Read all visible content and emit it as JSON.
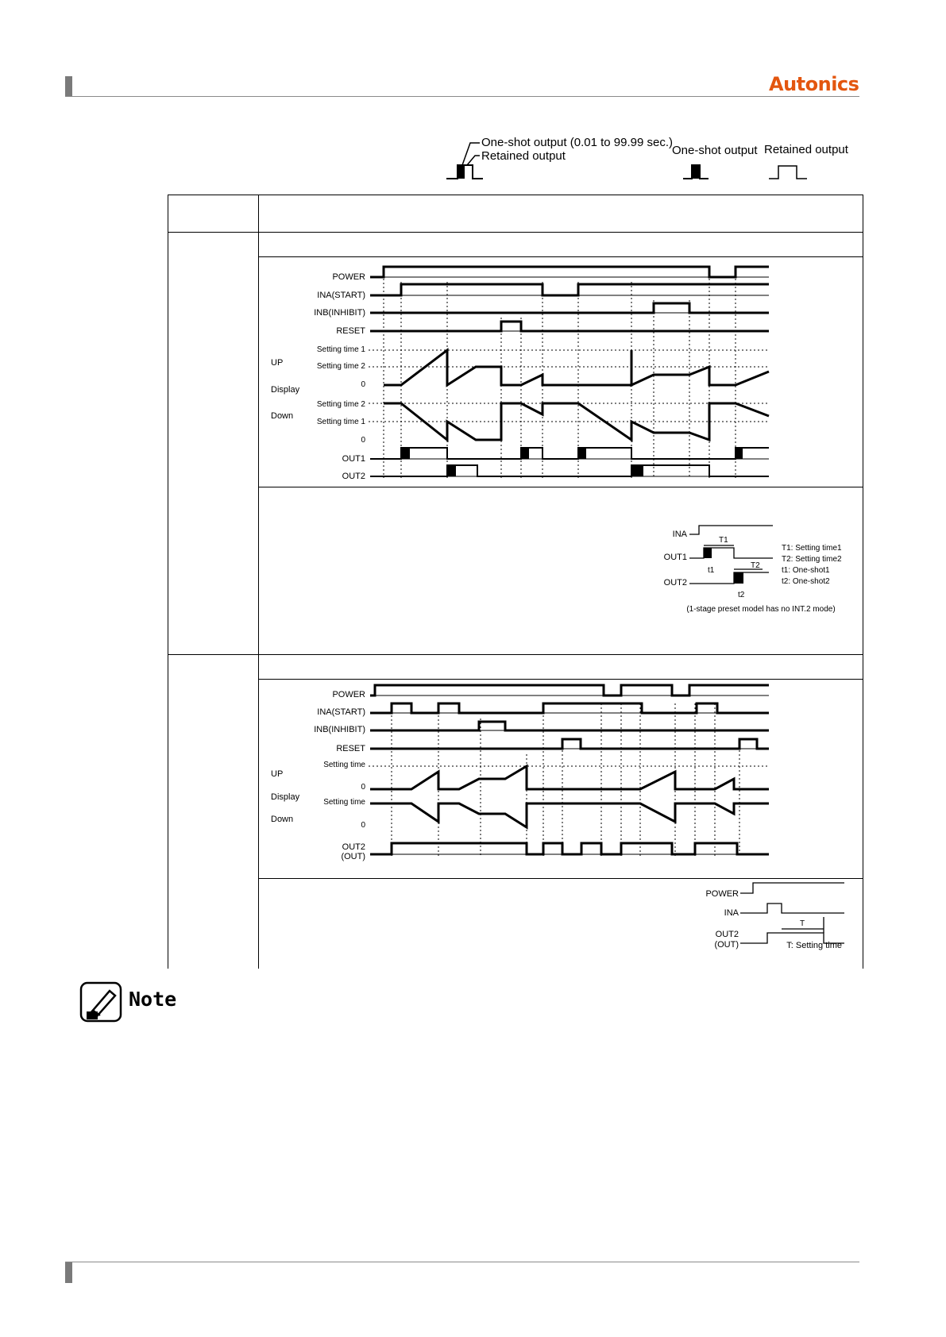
{
  "header": {
    "brand": "Autonics"
  },
  "legend": {
    "one_shot_range": "One-shot output (0.01 to 99.99 sec.)",
    "retained": "Retained output",
    "one_shot_label": "One-shot output",
    "retained_label": "Retained output"
  },
  "diagram1": {
    "signals": [
      "POWER",
      "INA(START)",
      "INB(INHIBIT)",
      "RESET"
    ],
    "up_label": "UP",
    "display_label": "Display",
    "down_label": "Down",
    "up_levels": [
      "Setting time 1",
      "Setting time 2",
      "0"
    ],
    "down_levels": [
      "Setting time 2",
      "Setting time 1",
      "0"
    ],
    "outputs": [
      "OUT1",
      "OUT2"
    ]
  },
  "inset1": {
    "ina": "INA",
    "out1": "OUT1",
    "out2": "OUT2",
    "t1": "T1",
    "t2": "T2",
    "t1s": "t1",
    "t2s": "t2",
    "legend": [
      "T1: Setting time1",
      "T2: Setting time2",
      "t1: One-shot1",
      "t2: One-shot2"
    ],
    "footnote": "(1-stage preset model has no INT.2 mode)"
  },
  "diagram2": {
    "signals": [
      "POWER",
      "INA(START)",
      "INB(INHIBIT)",
      "RESET"
    ],
    "up_label": "UP",
    "display_label": "Display",
    "down_label": "Down",
    "setting_time": "Setting time",
    "zero": "0",
    "output": [
      "OUT2",
      "(OUT)"
    ]
  },
  "inset2": {
    "power": "POWER",
    "ina": "INA",
    "out2": [
      "OUT2",
      "(OUT)"
    ],
    "t": "T",
    "caption": "T: Setting time"
  },
  "note": {
    "title": "Note"
  }
}
